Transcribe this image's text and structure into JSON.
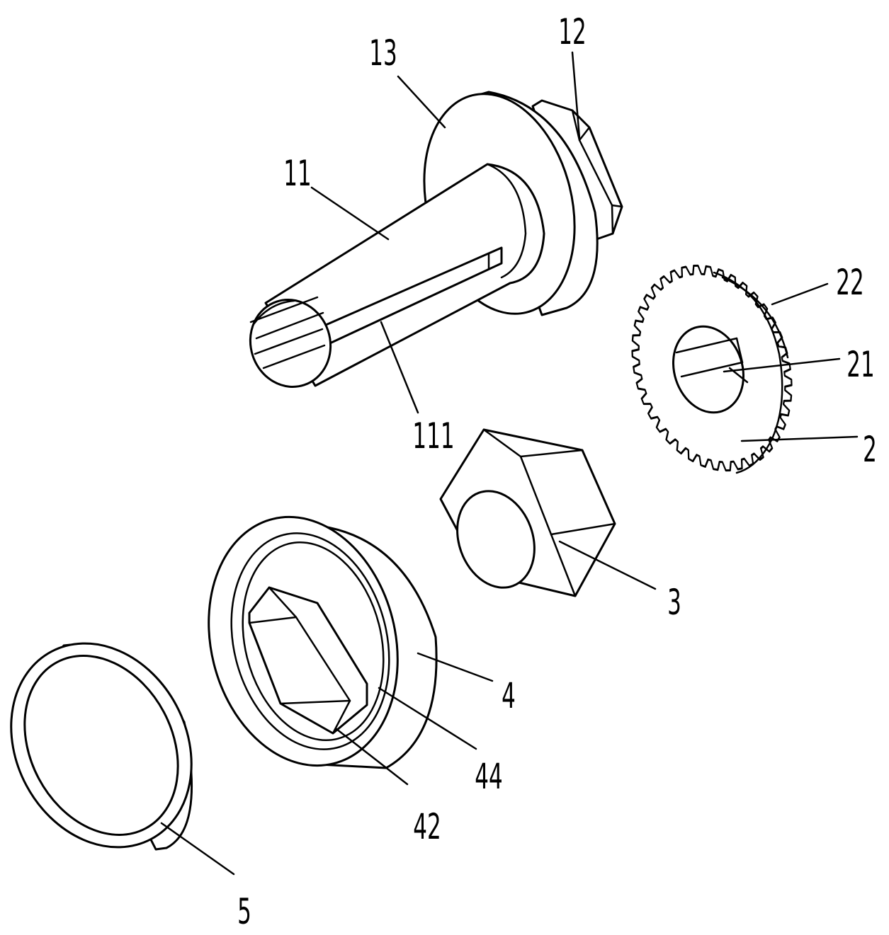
{
  "labels": {
    "shaft": "11",
    "slot": "111",
    "hex_head": "12",
    "flange": "13",
    "gear_disc": "2",
    "disc_slot": "21",
    "teeth": "22",
    "nut": "3",
    "bearing": "4",
    "hex_socket": "42",
    "inner_ring": "44",
    "ring": "5"
  }
}
